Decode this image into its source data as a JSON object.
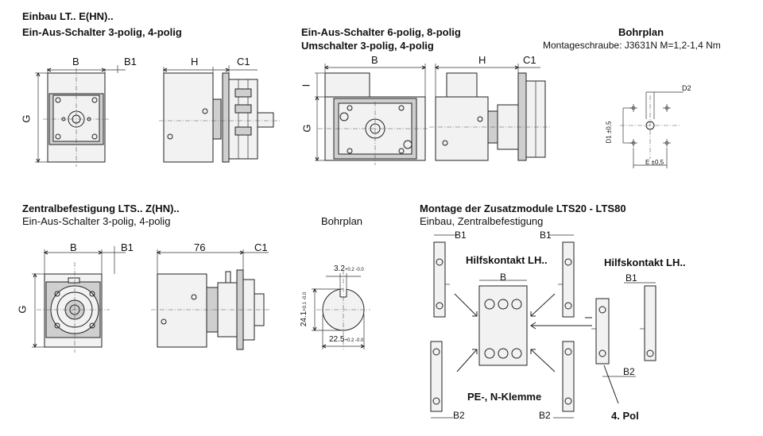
{
  "sections": {
    "einbau": {
      "title": "Einbau LT.. E(HN)..",
      "subtitle": "Ein-Aus-Schalter 3-polig, 4-polig",
      "dims": {
        "b": "B",
        "b1": "B1",
        "g": "G",
        "h": "H",
        "c1": "C1"
      }
    },
    "six_pole": {
      "title1": "Ein-Aus-Schalter 6-polig, 8-polig",
      "title2": "Umschalter 3-polig, 4-polig",
      "dims": {
        "b": "B",
        "h": "H",
        "c1": "C1",
        "i": "I",
        "g": "G"
      }
    },
    "bohrplan_top": {
      "title": "Bohrplan",
      "subtitle": "Montageschraube: J3631N M=1,2-1,4 Nm",
      "dims": {
        "d2": "D2",
        "d1": "D1 ±0,5",
        "e": "E ±0,5"
      }
    },
    "zentral": {
      "title": "Zentralbefestigung LTS.. Z(HN)..",
      "subtitle": "Ein-Aus-Schalter 3-polig, 4-polig",
      "bohrplan": "Bohrplan",
      "dims": {
        "b": "B",
        "b1": "B1",
        "g": "G",
        "len": "76",
        "c1": "C1",
        "d1": "3.2",
        "d1_tol": "+0.2 -0.0",
        "d2": "24.1",
        "d2_tol": "+0.1 -0.0",
        "d3": "22.5",
        "d3_tol": "+0.2 -0.0"
      }
    },
    "montage": {
      "title": "Montage der Zusatzmodule LTS20 - LTS80",
      "subtitle": "Einbau, Zentralbefestigung",
      "hilfskontakt_left": "Hilfskontakt LH..",
      "hilfskontakt_right": "Hilfskontakt LH..",
      "pe_n": "PE-, N-Klemme",
      "vier_pol": "4. Pol",
      "dims": {
        "b": "B",
        "b1_a": "B1",
        "b1_b": "B1",
        "b1_c": "B1",
        "b2_a": "B2",
        "b2_b": "B2",
        "b2_c": "B2"
      }
    }
  }
}
